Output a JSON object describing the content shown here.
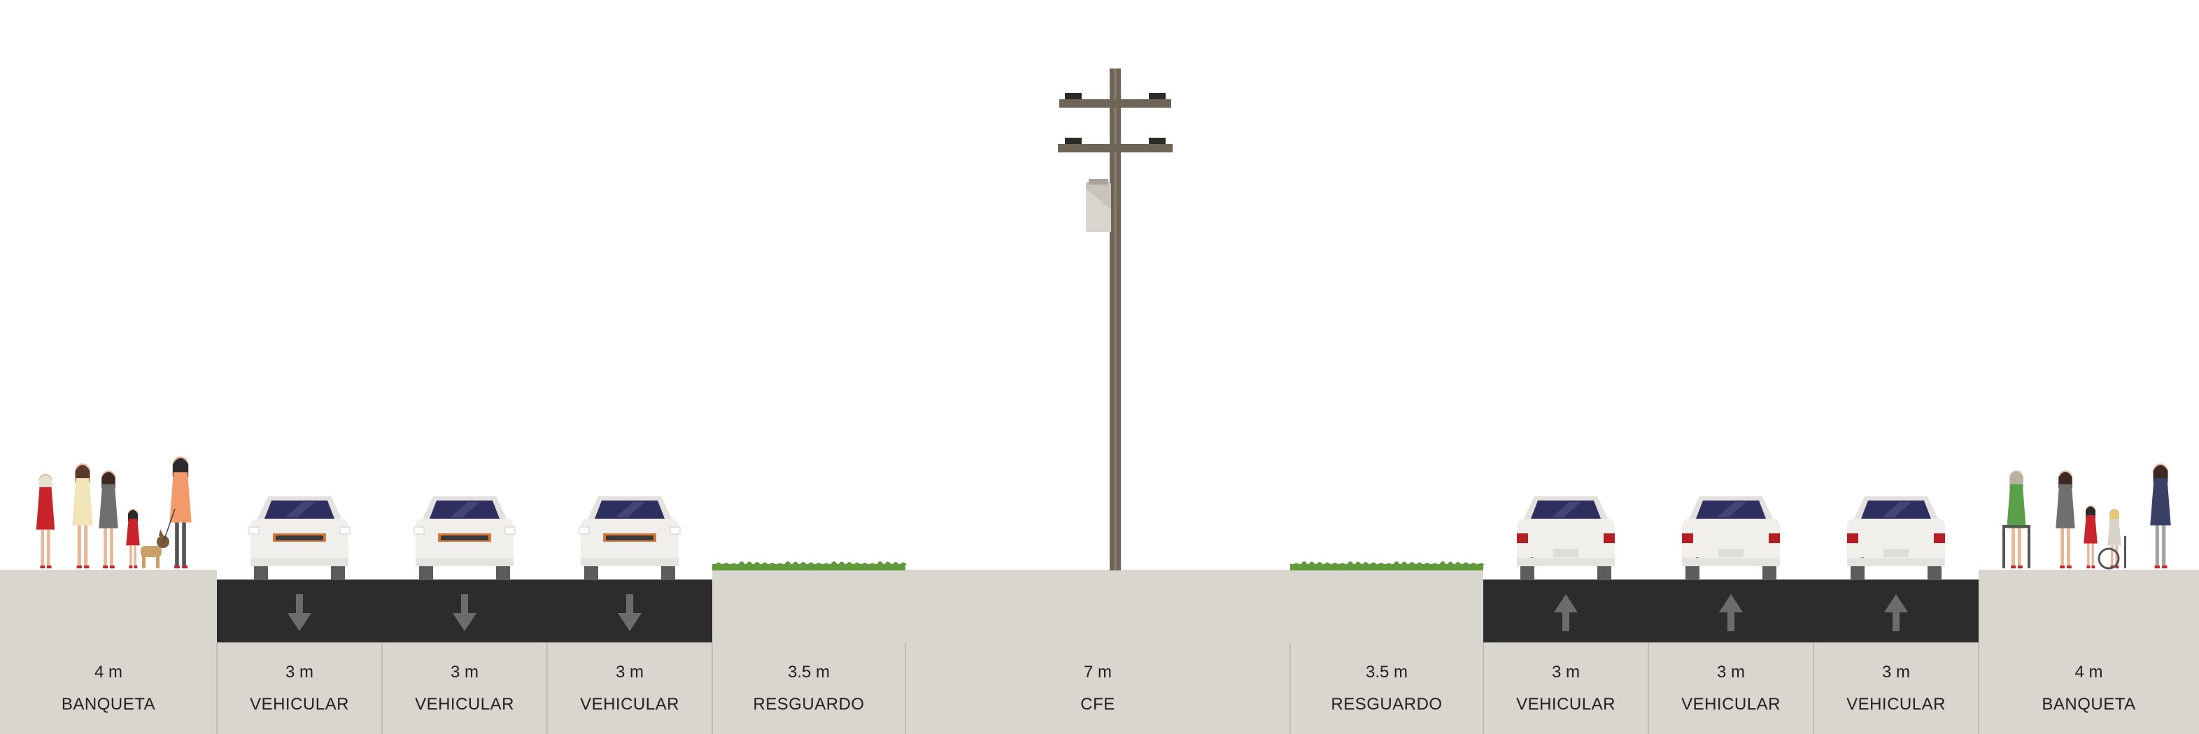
{
  "colors": {
    "sky": "#ffffff",
    "ground": "#d9d5cf",
    "asphalt": "#2b2c2b",
    "arrow": "#6c6c6c",
    "divider": "#b9b4ae",
    "grass": "#5f9a3b",
    "pole": "#6f6557",
    "car_body": "#f0efeb",
    "car_glass": "#2f2f5f",
    "tail_light": "#b51f24",
    "text": "#222222"
  },
  "segments": [
    {
      "width": "4 m",
      "name": "BANQUETA",
      "type": "sidewalk",
      "contents": "pedestrians"
    },
    {
      "width": "3 m",
      "name": "VEHICULAR",
      "type": "lane",
      "direction": "down",
      "contents": "car-front"
    },
    {
      "width": "3 m",
      "name": "VEHICULAR",
      "type": "lane",
      "direction": "down",
      "contents": "car-front"
    },
    {
      "width": "3 m",
      "name": "VEHICULAR",
      "type": "lane",
      "direction": "down",
      "contents": "car-front"
    },
    {
      "width": "3.5 m",
      "name": "RESGUARDO",
      "type": "buffer",
      "contents": "grass"
    },
    {
      "width": "7 m",
      "name": "CFE",
      "type": "utility",
      "contents": "power-pole"
    },
    {
      "width": "3.5 m",
      "name": "RESGUARDO",
      "type": "buffer",
      "contents": "grass"
    },
    {
      "width": "3 m",
      "name": "VEHICULAR",
      "type": "lane",
      "direction": "up",
      "contents": "car-rear"
    },
    {
      "width": "3 m",
      "name": "VEHICULAR",
      "type": "lane",
      "direction": "up",
      "contents": "car-rear"
    },
    {
      "width": "3 m",
      "name": "VEHICULAR",
      "type": "lane",
      "direction": "up",
      "contents": "car-rear"
    },
    {
      "width": "4 m",
      "name": "BANQUETA",
      "type": "sidewalk",
      "contents": "pedestrians"
    }
  ]
}
